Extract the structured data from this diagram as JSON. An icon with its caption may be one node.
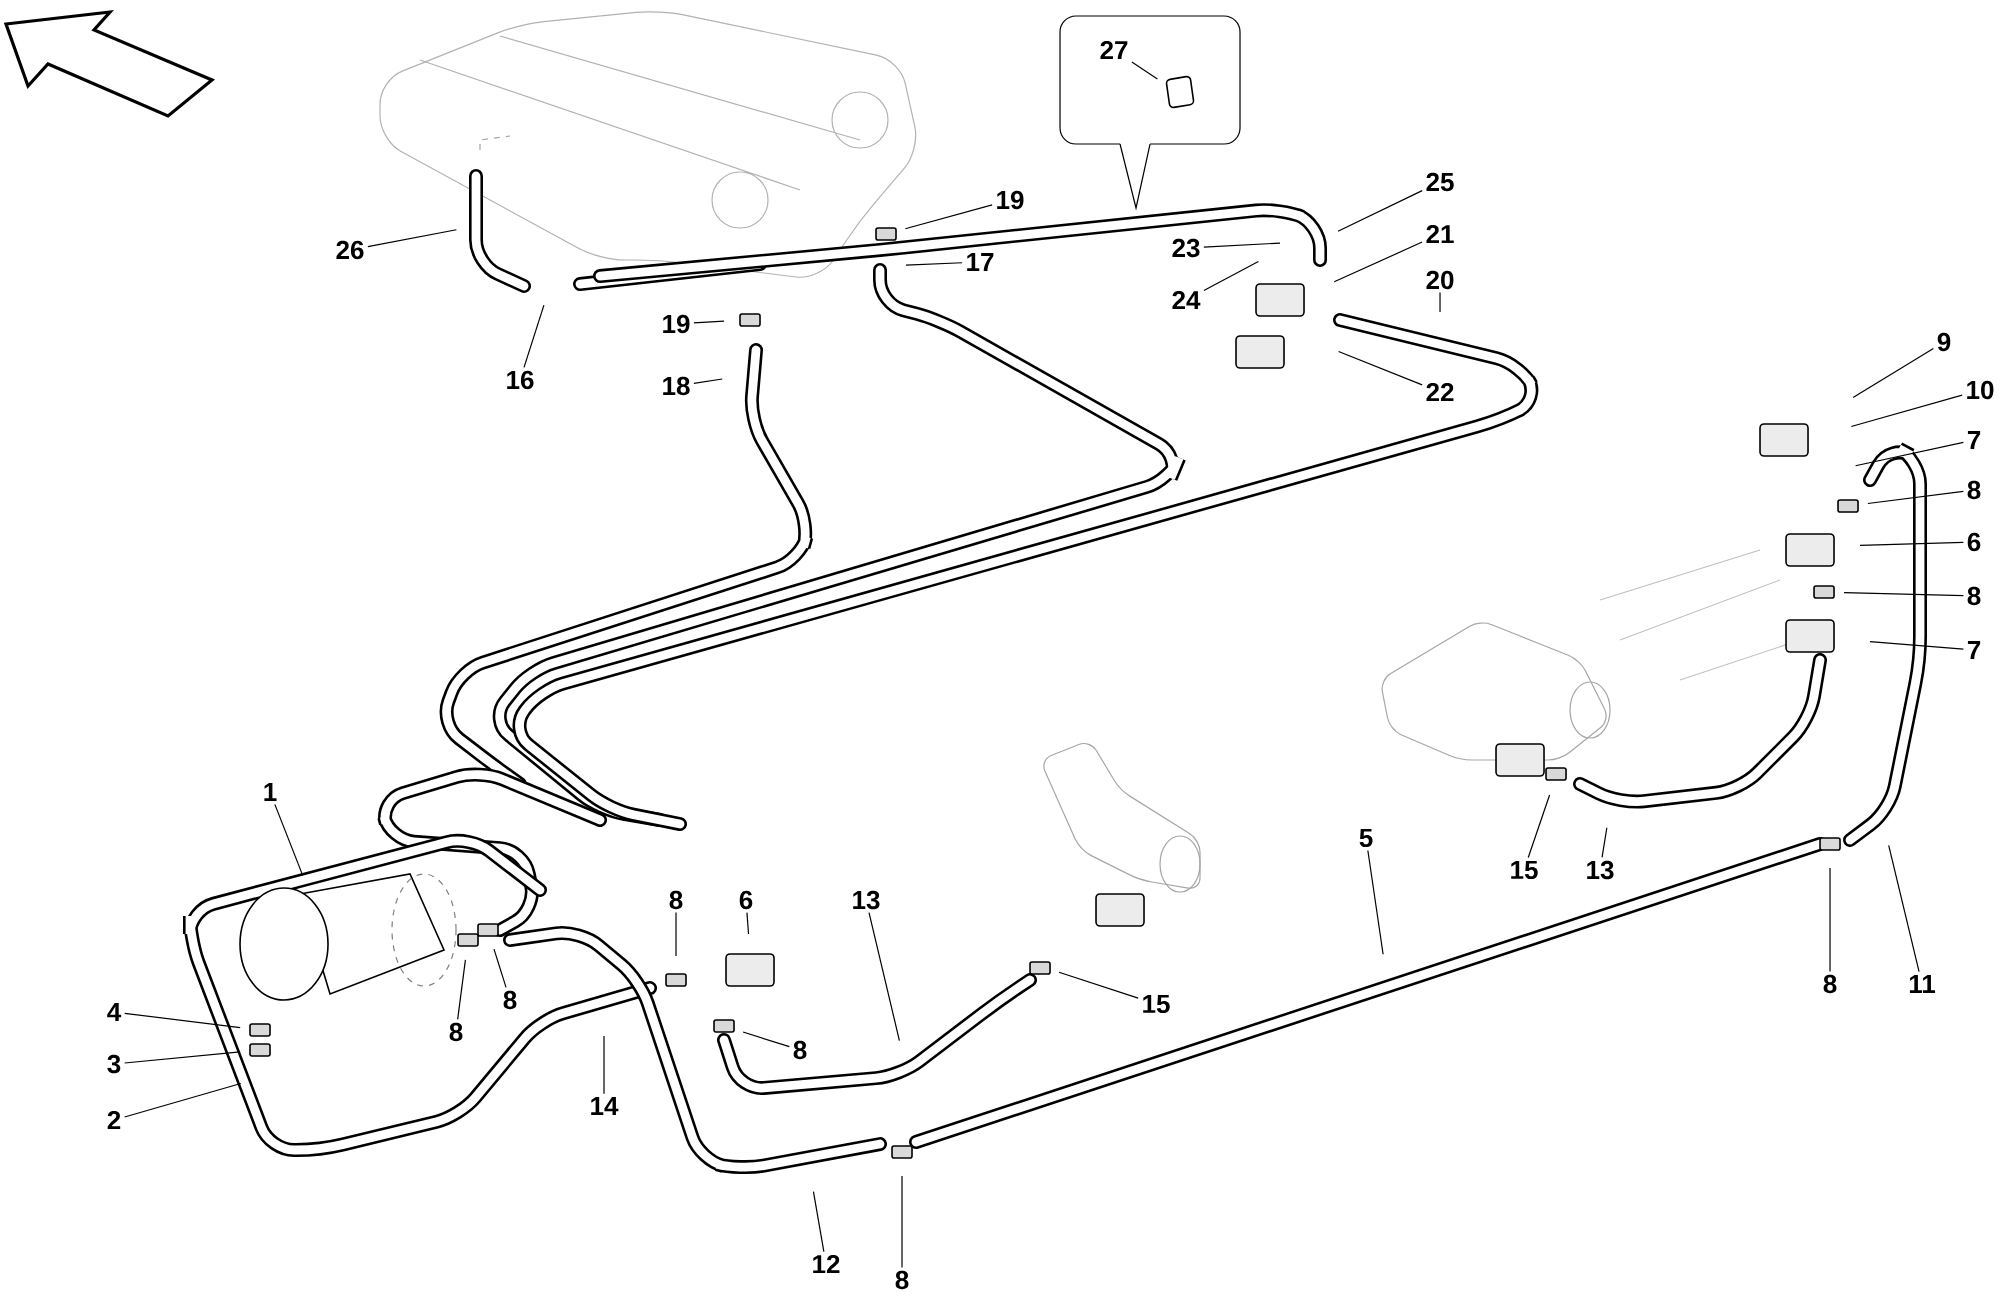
{
  "diagram": {
    "nodes": [
      {
        "text": [
          "26"
        ]
      },
      {
        "text": [
          "16"
        ]
      },
      {
        "text": [
          "19"
        ]
      },
      {
        "text": [
          "17"
        ]
      },
      {
        "text": [
          "19"
        ]
      },
      {
        "text": [
          "18"
        ]
      },
      {
        "text": [
          "27"
        ]
      },
      {
        "text": [
          "25"
        ]
      },
      {
        "text": [
          "23"
        ]
      },
      {
        "text": [
          "21"
        ]
      },
      {
        "text": [
          "24"
        ]
      },
      {
        "text": [
          "20"
        ]
      },
      {
        "text": [
          "22"
        ]
      },
      {
        "text": [
          "9"
        ]
      },
      {
        "text": [
          "10"
        ]
      },
      {
        "text": [
          "7"
        ]
      },
      {
        "text": [
          "8"
        ]
      },
      {
        "text": [
          "6"
        ]
      },
      {
        "text": [
          "8"
        ]
      },
      {
        "text": [
          "7"
        ]
      },
      {
        "text": [
          "1"
        ]
      },
      {
        "text": [
          "5"
        ]
      },
      {
        "text": [
          "15"
        ]
      },
      {
        "text": [
          "13"
        ]
      },
      {
        "text": [
          "8"
        ]
      },
      {
        "text": [
          "6"
        ]
      },
      {
        "text": [
          "13"
        ]
      },
      {
        "text": [
          "8"
        ]
      },
      {
        "text": [
          "8"
        ]
      },
      {
        "text": [
          "15"
        ]
      },
      {
        "text": [
          "8"
        ]
      },
      {
        "text": [
          "4"
        ]
      },
      {
        "text": [
          "3"
        ]
      },
      {
        "text": [
          "2"
        ]
      },
      {
        "text": [
          "14"
        ]
      },
      {
        "text": [
          "8"
        ]
      },
      {
        "text": [
          "11"
        ]
      },
      {
        "text": [
          "12"
        ]
      },
      {
        "text": [
          "8"
        ]
      }
    ],
    "edges": [
      {
        "from": 0,
        "to": null,
        "arrow": "none"
      },
      {
        "from": 1,
        "to": null,
        "arrow": "none"
      },
      {
        "from": 2,
        "to": null,
        "arrow": "none"
      },
      {
        "from": 3,
        "to": null,
        "arrow": "none"
      },
      {
        "from": 4,
        "to": null,
        "arrow": "none"
      },
      {
        "from": 5,
        "to": null,
        "arrow": "none"
      },
      {
        "from": 6,
        "to": null,
        "arrow": "none"
      },
      {
        "from": 7,
        "to": null,
        "arrow": "none"
      },
      {
        "from": 8,
        "to": null,
        "arrow": "none"
      },
      {
        "from": 9,
        "to": null,
        "arrow": "none"
      },
      {
        "from": 10,
        "to": null,
        "arrow": "none"
      },
      {
        "from": 11,
        "to": null,
        "arrow": "none"
      },
      {
        "from": 12,
        "to": null,
        "arrow": "none"
      },
      {
        "from": 13,
        "to": null,
        "arrow": "none"
      },
      {
        "from": 14,
        "to": null,
        "arrow": "none"
      },
      {
        "from": 15,
        "to": null,
        "arrow": "none"
      },
      {
        "from": 16,
        "to": null,
        "arrow": "none"
      },
      {
        "from": 17,
        "to": null,
        "arrow": "none"
      },
      {
        "from": 18,
        "to": null,
        "arrow": "none"
      },
      {
        "from": 19,
        "to": null,
        "arrow": "none"
      },
      {
        "from": 20,
        "to": null,
        "arrow": "none"
      },
      {
        "from": 21,
        "to": null,
        "arrow": "none"
      },
      {
        "from": 22,
        "to": null,
        "arrow": "none"
      },
      {
        "from": 23,
        "to": null,
        "arrow": "none"
      },
      {
        "from": 24,
        "to": null,
        "arrow": "none"
      },
      {
        "from": 25,
        "to": null,
        "arrow": "none"
      },
      {
        "from": 26,
        "to": null,
        "arrow": "none"
      },
      {
        "from": 27,
        "to": null,
        "arrow": "none"
      },
      {
        "from": 28,
        "to": null,
        "arrow": "none"
      },
      {
        "from": 29,
        "to": null,
        "arrow": "none"
      },
      {
        "from": 30,
        "to": null,
        "arrow": "none"
      },
      {
        "from": 31,
        "to": null,
        "arrow": "none"
      },
      {
        "from": 32,
        "to": null,
        "arrow": "none"
      },
      {
        "from": 33,
        "to": null,
        "arrow": "none"
      },
      {
        "from": 34,
        "to": null,
        "arrow": "none"
      },
      {
        "from": 35,
        "to": null,
        "arrow": "none"
      },
      {
        "from": 36,
        "to": null,
        "arrow": "none"
      },
      {
        "from": 37,
        "to": null,
        "arrow": "none"
      },
      {
        "from": 38,
        "to": null,
        "arrow": "none"
      }
    ]
  }
}
